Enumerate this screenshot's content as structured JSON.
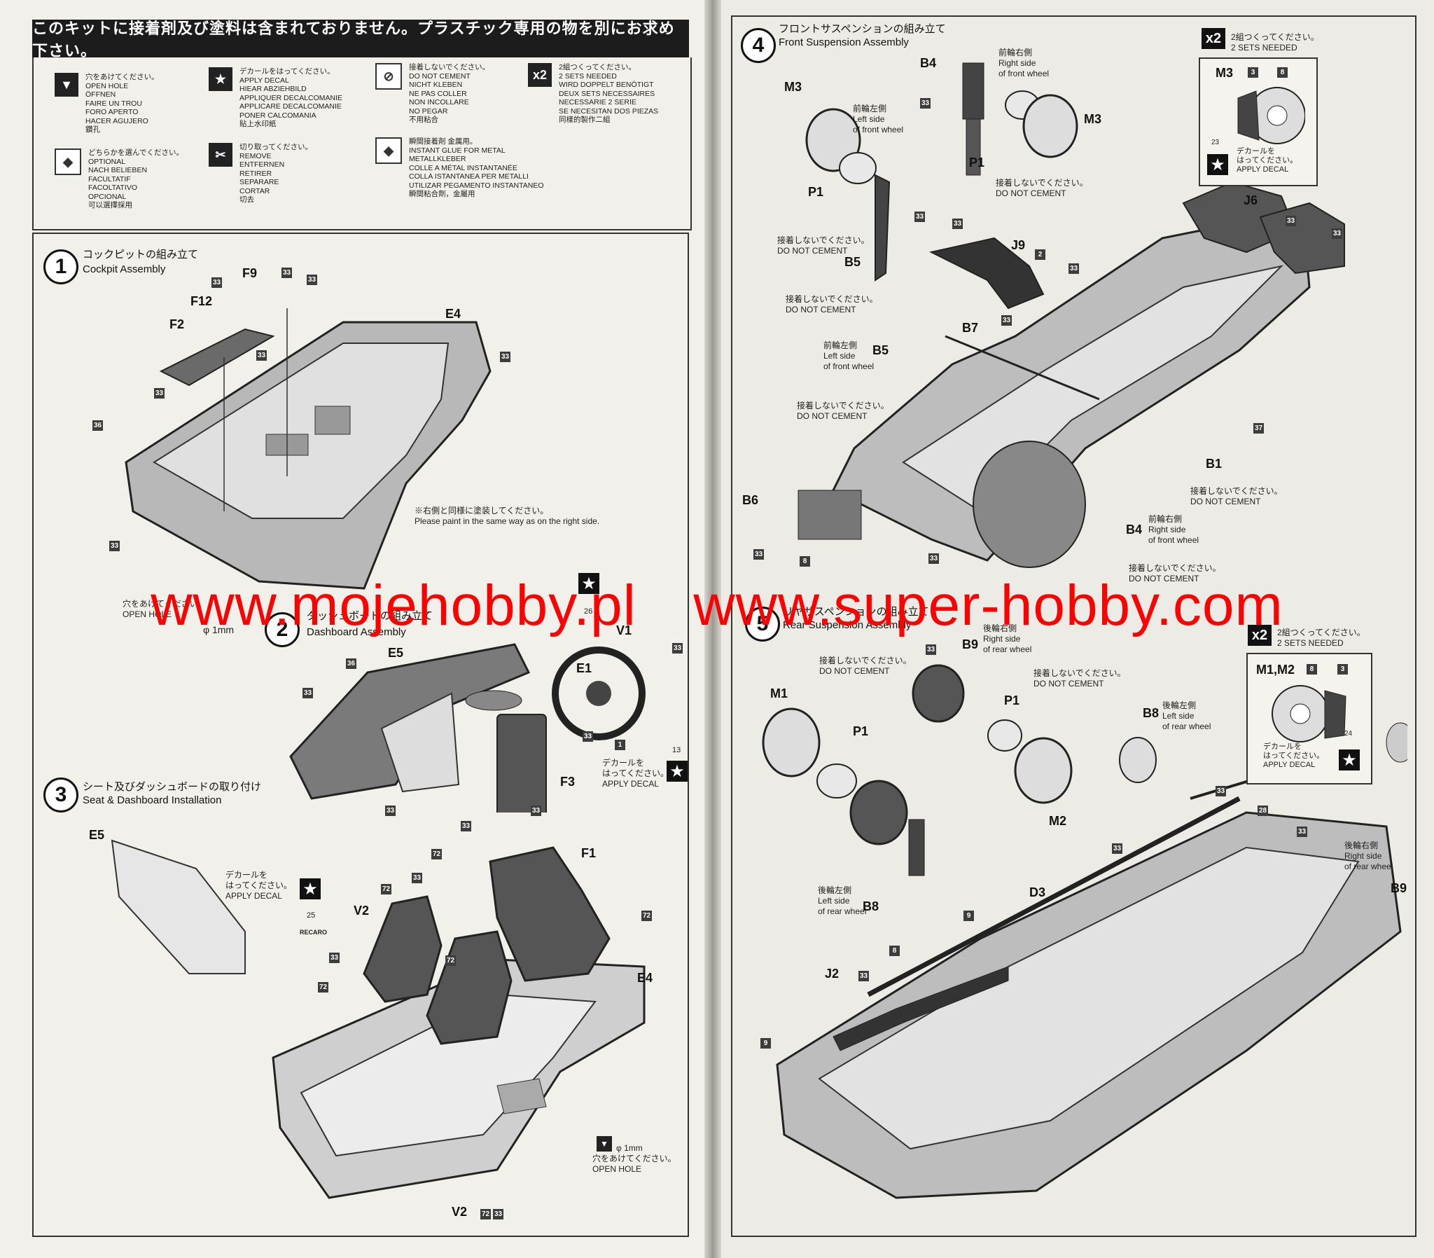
{
  "banner": "このキットに接着剤及び塗料は含まれておりません。プラスチック専用の物を別にお求め下さい。",
  "legend": {
    "open_hole": [
      "穴をあけてください。",
      "OPEN HOLE",
      "ÖFFNEN",
      "FAIRE UN TROU",
      "FORO APERTO",
      "HACER AGUJERO",
      "鑽孔"
    ],
    "apply_decal": [
      "デカールをはってください。",
      "APPLY DECAL",
      "HIEAR ABZIEHBILD",
      "APPLIQUER DECALCOMANIE",
      "APPLICARE DECALCOMANIE",
      "PONER CALCOMANIA",
      "貼上水印紙"
    ],
    "do_not_cement": [
      "接着しないでください。",
      "DO NOT CEMENT",
      "NICHT KLEBEN",
      "NE PAS COLLER",
      "NON INCOLLARE",
      "NO PEGAR",
      "不用粘合"
    ],
    "two_sets": [
      "2組つくってください。",
      "2 SETS NEEDED",
      "WIRD DOPPELT BENÖTIGT",
      "DEUX SETS NECESSAIRES",
      "NECESSARIE 2 SERIE",
      "SE NECESITAN DOS PIEZAS",
      "同樣的製作二組"
    ],
    "optional": [
      "どちらかを選んでください。",
      "OPTIONAL",
      "NACH BELIEBEN",
      "FACULTATIF",
      "FACOLTATIVO",
      "OPCIONAL",
      "可以選擇採用"
    ],
    "remove": [
      "切り取ってください。",
      "REMOVE",
      "ENTFERNEN",
      "RETIRER",
      "SEPARARE",
      "CORTAR",
      "切去"
    ],
    "instant_glue": [
      "瞬間接着剤 金属用。",
      "INSTANT GLUE FOR METAL",
      "METALLKLEBER",
      "COLLE A MÉTAL INSTANTANÉE",
      "COLLA ISTANTANEA PER METALLI",
      "UTILIZAR PEGAMENTO INSTANTANEO",
      "瞬間粘合劑，金屬用"
    ],
    "x2": "x2",
    "star": "★"
  },
  "steps": {
    "s1": {
      "num": "1",
      "jp": "コックピットの組み立て",
      "en": "Cockpit Assembly"
    },
    "s2": {
      "num": "2",
      "jp": "ダッシュボードの組み立て",
      "en": "Dashboard Assembly"
    },
    "s3": {
      "num": "3",
      "jp": "シート及びダッシュボードの取り付け",
      "en": "Seat & Dashboard Installation"
    },
    "s4": {
      "num": "4",
      "jp": "フロントサスペンションの組み立て",
      "en": "Front Suspension Assembly"
    },
    "s5": {
      "num": "5",
      "jp": "リヤサスペンションの組み立て",
      "en": "Rear Suspension Assembly"
    }
  },
  "s1_labels": {
    "f9": "F9",
    "f12": "F12",
    "f2": "F2",
    "e4": "E4",
    "c33": "33",
    "c36": "36"
  },
  "s1_paint_note": [
    "※右側と同様に塗装してください。",
    "Please paint in the same way as on the right side."
  ],
  "s1_open_hole": [
    "穴をあけてください。",
    "OPEN HOLE"
  ],
  "s1_phi": "φ 1mm",
  "s2_labels": {
    "e5": "E5",
    "e1": "E1",
    "v1": "V1",
    "f3": "F3",
    "c33": "33",
    "c36": "36",
    "c1": "1",
    "c13": "13",
    "c26": "26"
  },
  "s2_decal": [
    "デカールを",
    "はってください。",
    "APPLY DECAL"
  ],
  "s3_labels": {
    "e5": "E5",
    "e4": "E4",
    "f1": "F1",
    "v2": "V2",
    "c33": "33",
    "c72": "72",
    "c25": "25",
    "recaro": "RECARO"
  },
  "s3_decal": [
    "デカールを",
    "はってください。",
    "APPLY DECAL"
  ],
  "s3_open_hole": [
    "φ 1mm",
    "穴をあけてください。",
    "OPEN HOLE"
  ],
  "s4_labels": {
    "b4": "B4",
    "m3": "M3",
    "p1": "P1",
    "b5": "B5",
    "j9": "J9",
    "j6": "J6",
    "b7": "B7",
    "b6": "B6",
    "b1": "B1",
    "c33": "33",
    "c2": "2",
    "c8": "8",
    "c37": "37",
    "c3": "3",
    "c23": "23"
  },
  "s4_right_front": [
    "前輪右側",
    "Right side",
    "of front wheel"
  ],
  "s4_left_front": [
    "前輪左側",
    "Left side",
    "of front wheel"
  ],
  "s4_dnc": [
    "接着しないでください。",
    "DO NOT CEMENT"
  ],
  "s4_inset": {
    "x2_label": [
      "2組つくってください。",
      "2 SETS NEEDED"
    ],
    "decal": [
      "デカールを",
      "はってください。",
      "APPLY DECAL"
    ]
  },
  "s5_labels": {
    "b9": "B9",
    "m1": "M1",
    "m2": "M2",
    "p1": "P1",
    "b8": "B8",
    "d3": "D3",
    "j2": "J2",
    "m1m2": "M1,M2",
    "c33": "33",
    "c9": "9",
    "c8": "8",
    "c3": "3",
    "c28": "28",
    "c24": "24"
  },
  "s5_right_rear": [
    "後輪右側",
    "Right side",
    "of rear wheel"
  ],
  "s5_left_rear": [
    "後輪左側",
    "Left side",
    "of rear wheel"
  ],
  "s5_dnc": [
    "接着しないでください。",
    "DO NOT CEMENT"
  ],
  "s5_inset": {
    "x2_label": [
      "2組つくってください。",
      "2 SETS NEEDED"
    ],
    "decal": [
      "デカールを",
      "はってください。",
      "APPLY DECAL"
    ]
  },
  "watermark": {
    "left": "www.mojehobby.pl",
    "right": "www.super-hobby.com",
    "color": "#ff0000"
  }
}
